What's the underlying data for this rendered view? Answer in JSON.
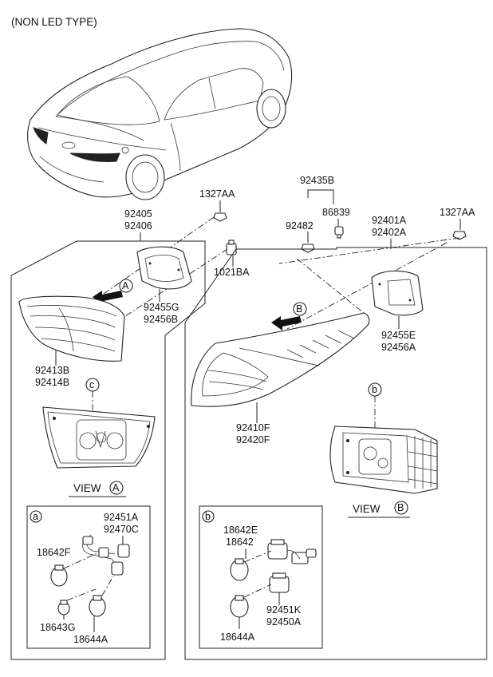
{
  "header": "(NON LED TYPE)",
  "parts": {
    "p1327AA_left": "1327AA",
    "p92405": "92405",
    "p92406": "92406",
    "p1021BA": "1021BA",
    "p92455G": "92455G",
    "p92456B": "92456B",
    "p92413B": "92413B",
    "p92414B": "92414B",
    "p92435B": "92435B",
    "p92482": "92482",
    "p86839": "86839",
    "p92401A": "92401A",
    "p92402A": "92402A",
    "p1327AA_right": "1327AA",
    "p92455E": "92455E",
    "p92456A": "92456A",
    "p92410F": "92410F",
    "p92420F": "92420F",
    "p92451A": "92451A",
    "p92470C": "92470C",
    "p18642F": "18642F",
    "p18643G": "18643G",
    "p18644A_a": "18644A",
    "p18642E": "18642E",
    "p18642": "18642",
    "p92451K": "92451K",
    "p92450A": "92450A",
    "p18644A_b": "18644A"
  },
  "callouts": {
    "view_word": "VIEW",
    "A": "A",
    "B": "B",
    "a": "a",
    "b": "b",
    "c": "c"
  }
}
